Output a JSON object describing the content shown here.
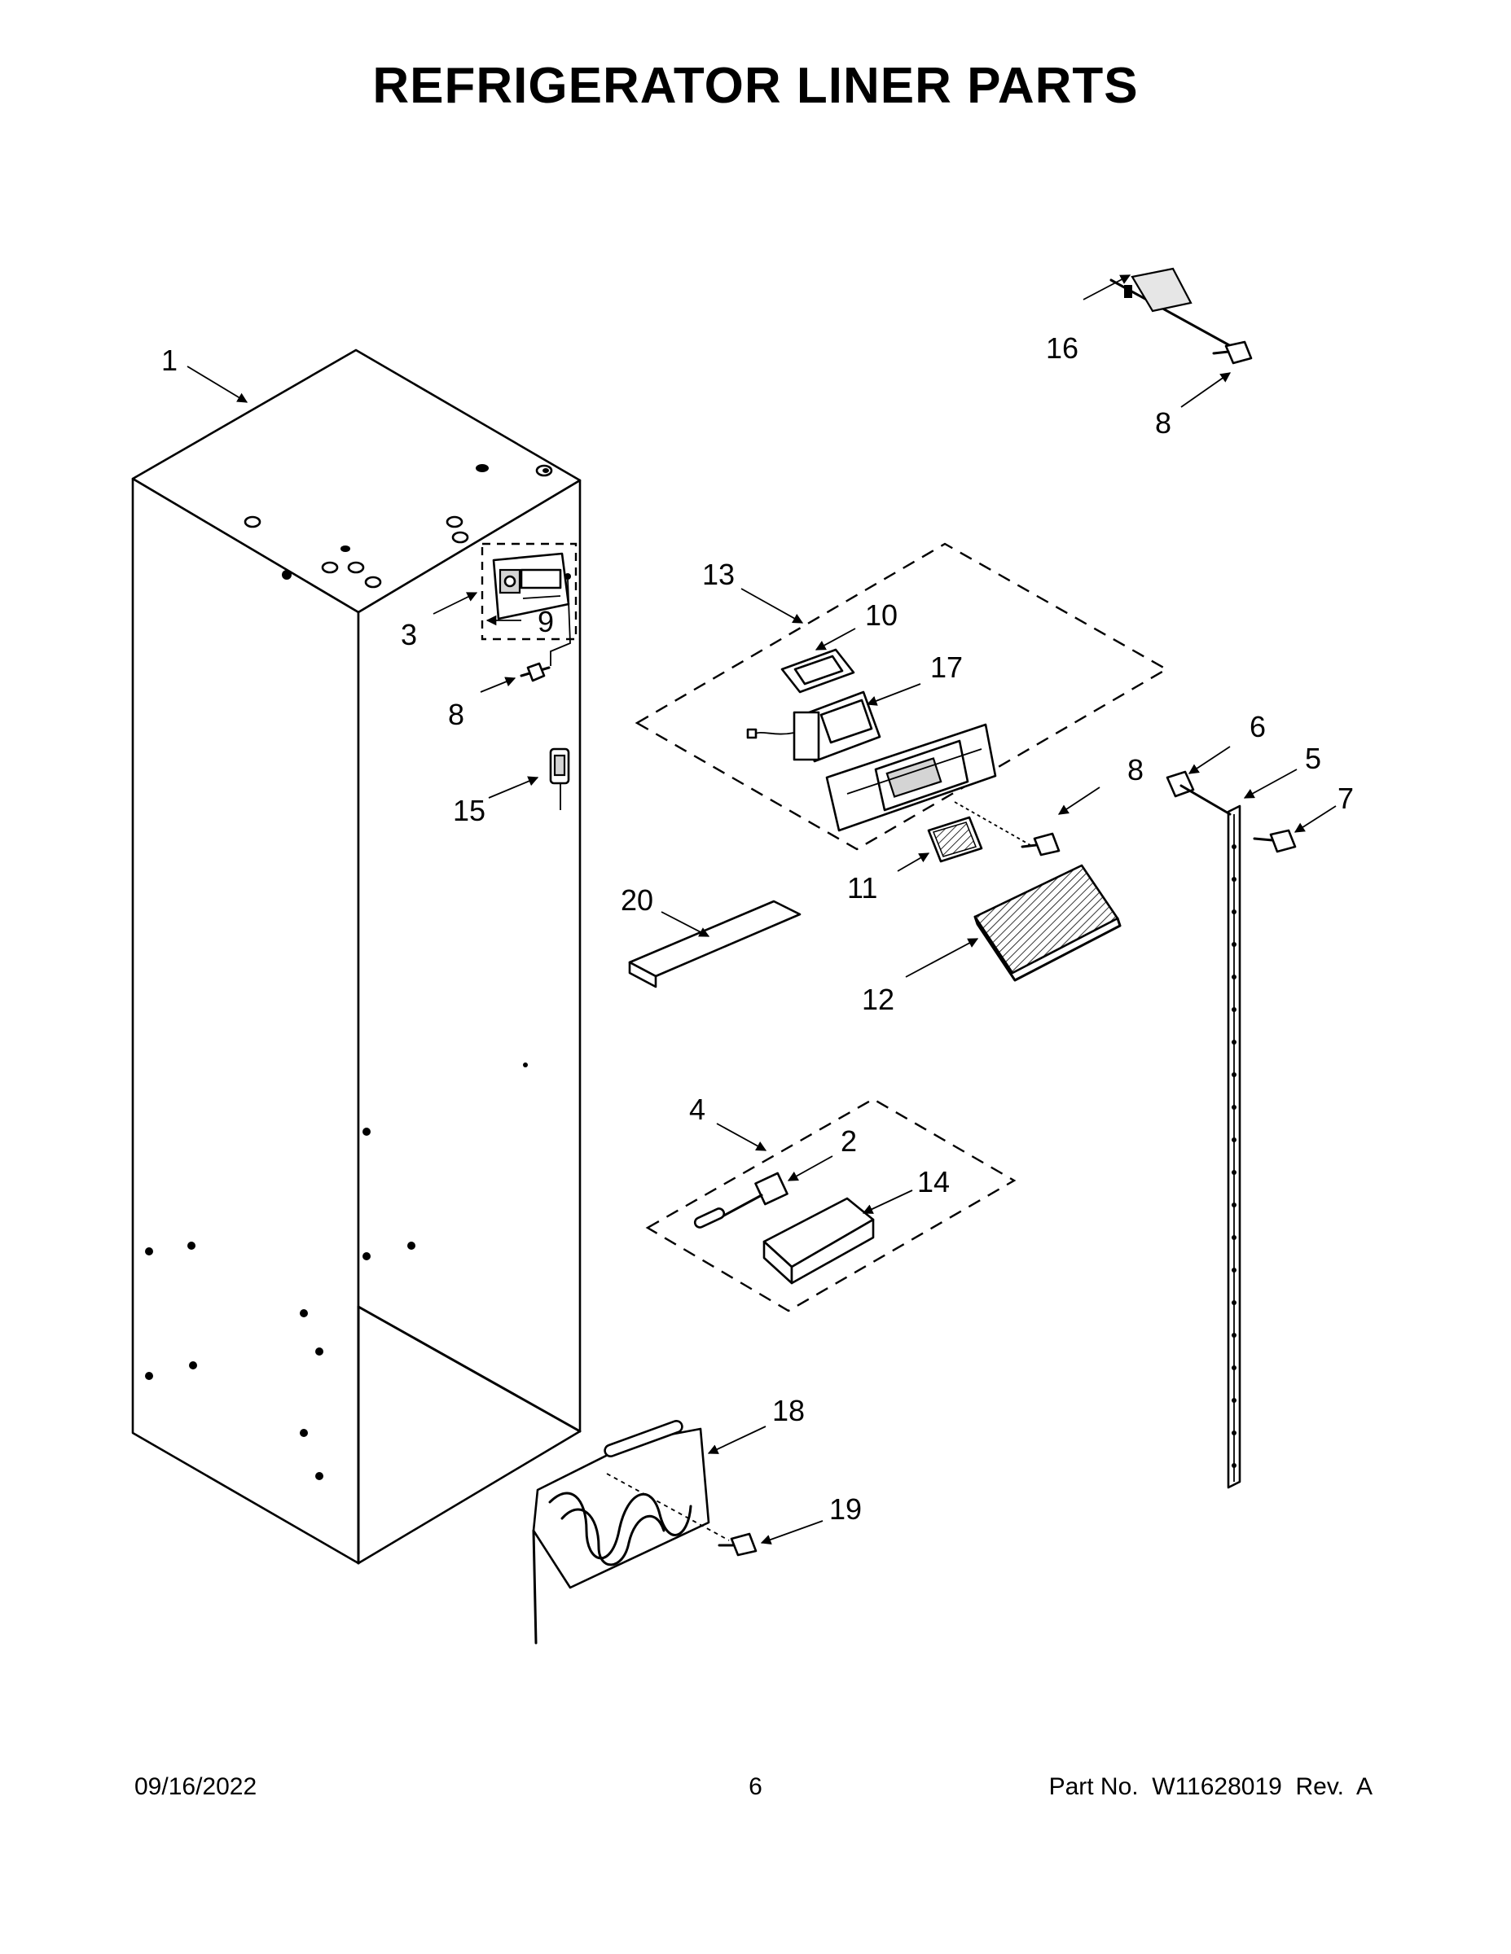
{
  "title": "REFRIGERATOR LINER PARTS",
  "callouts": {
    "c1": "1",
    "c2": "2",
    "c3": "3",
    "c4": "4",
    "c5": "5",
    "c6": "6",
    "c7": "7",
    "c8a": "8",
    "c8b": "8",
    "c8c": "8",
    "c9": "9",
    "c10": "10",
    "c11": "11",
    "c12": "12",
    "c13": "13",
    "c14": "14",
    "c15": "15",
    "c16": "16",
    "c17": "17",
    "c18": "18",
    "c19": "19",
    "c20": "20"
  },
  "footer": {
    "date": "09/16/2022",
    "page": "6",
    "part": "Part No.  W11628019  Rev.  A"
  }
}
